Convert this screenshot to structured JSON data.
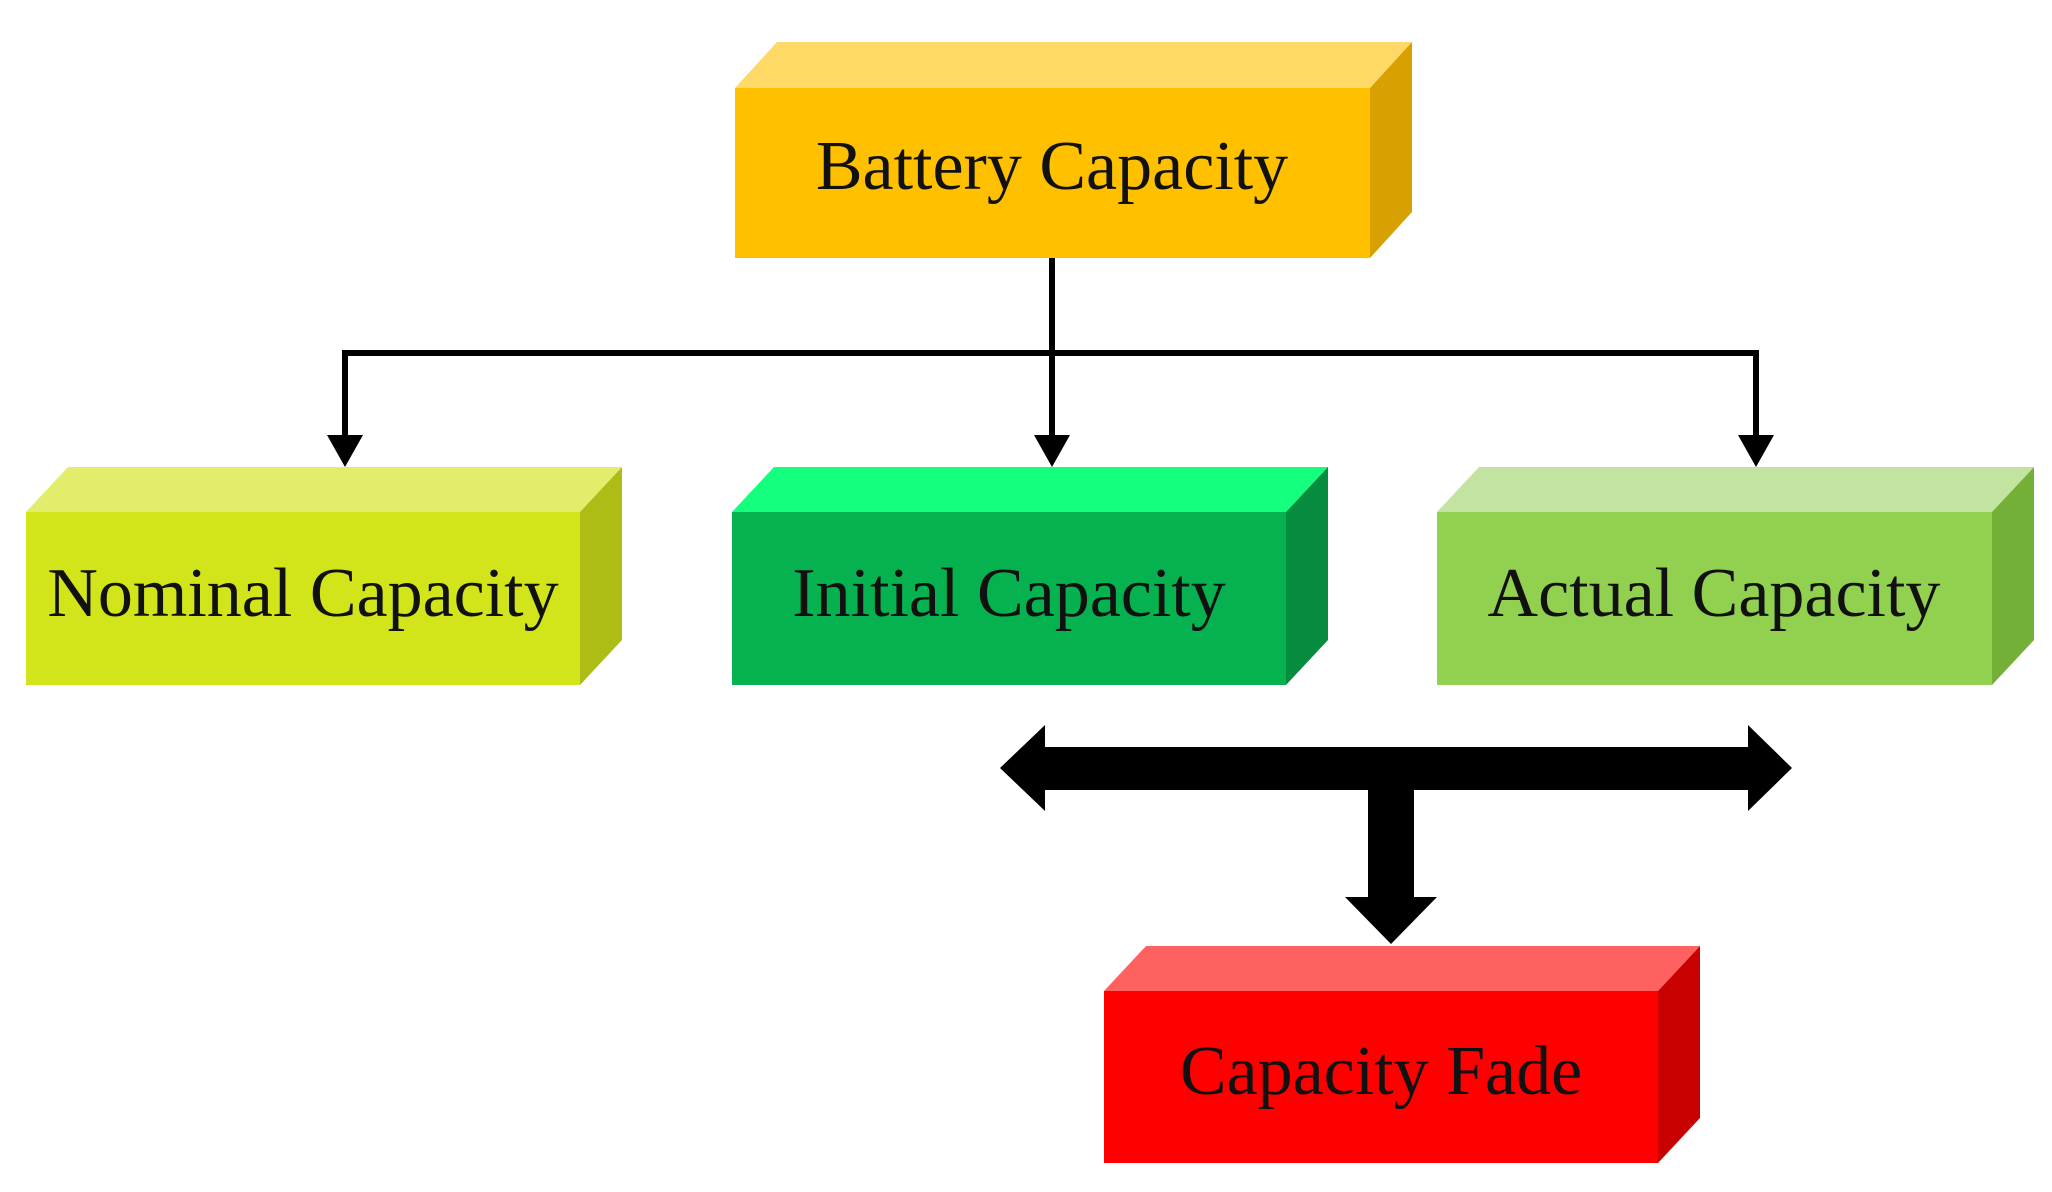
{
  "diagram": {
    "nodes": {
      "battery_capacity": {
        "label": "Battery Capacity",
        "colors": {
          "top": "#FFD966",
          "front": "#FFC000",
          "side": "#D8A000"
        }
      },
      "nominal_capacity": {
        "label": "Nominal Capacity",
        "colors": {
          "top": "#E2EE6B",
          "front": "#D2E41A",
          "side": "#AEBD16"
        }
      },
      "initial_capacity": {
        "label": "Initial Capacity",
        "colors": {
          "top": "#14FF7E",
          "front": "#05B24F",
          "side": "#058C3E"
        }
      },
      "actual_capacity": {
        "label": "Actual Capacity",
        "colors": {
          "top": "#C3E3A0",
          "front": "#92D050",
          "side": "#74B038"
        }
      },
      "capacity_fade": {
        "label": "Capacity Fade",
        "colors": {
          "top": "#FF6060",
          "front": "#FF0000",
          "side": "#C80000"
        }
      }
    },
    "edges": [
      {
        "from": "battery_capacity",
        "to": "nominal_capacity"
      },
      {
        "from": "battery_capacity",
        "to": "initial_capacity"
      },
      {
        "from": "battery_capacity",
        "to": "actual_capacity"
      },
      {
        "from": "initial_capacity",
        "to": "actual_capacity",
        "style": "double-headed-thick"
      },
      {
        "from": "initial_capacity/actual_capacity",
        "to": "capacity_fade",
        "style": "thick"
      }
    ],
    "colors": {
      "connector": "#000000",
      "text": "#111111",
      "background": "#FFFFFF"
    }
  }
}
